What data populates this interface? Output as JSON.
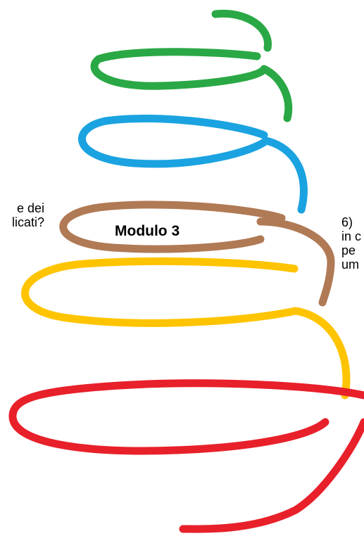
{
  "diagram": {
    "title": "Modulo 3",
    "left_text": [
      "e dei",
      "licati?"
    ],
    "right_text": [
      "6)",
      "in c",
      "pe",
      "um"
    ],
    "colors": {
      "green": "#2aa845",
      "blue": "#1aa3e0",
      "brown": "#b07a55",
      "yellow": "#ffc400",
      "red": "#e8202a"
    }
  }
}
